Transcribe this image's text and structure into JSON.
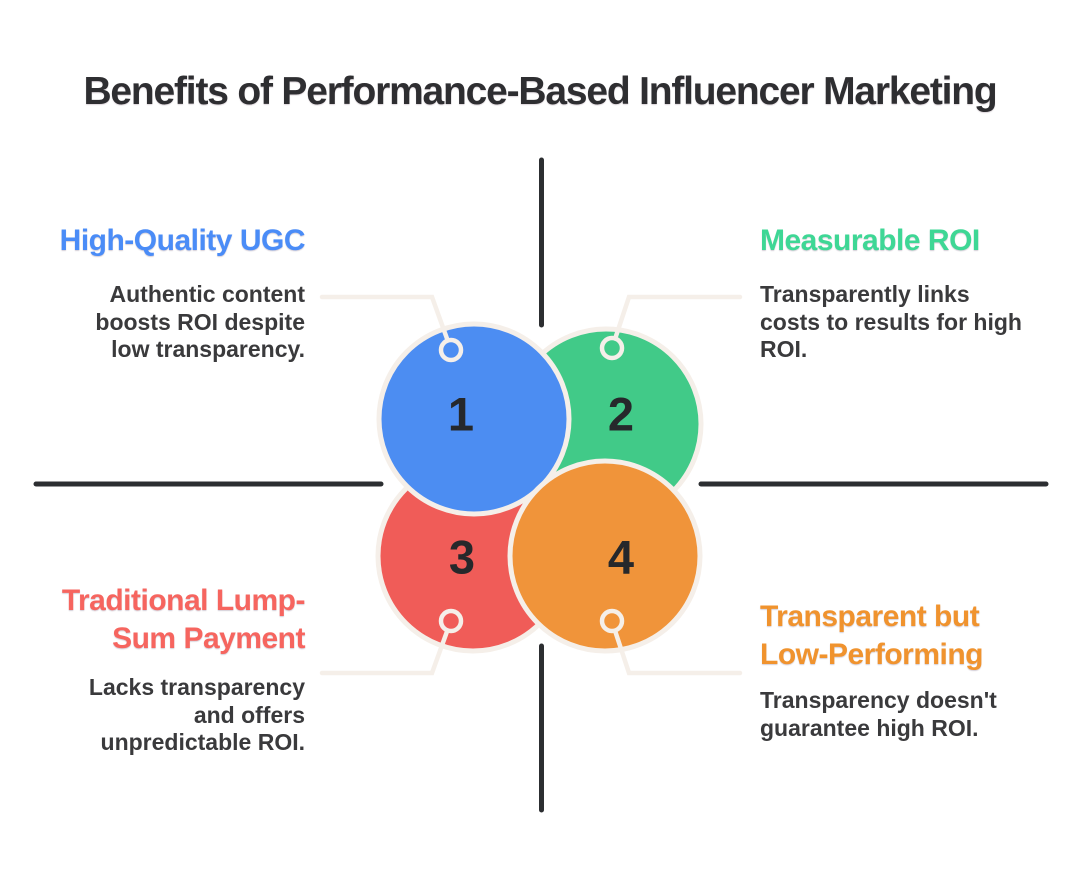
{
  "title": "Benefits of Performance-Based Influencer Marketing",
  "colors": {
    "title_text": "#2e2e31",
    "body_text": "#3a3a3c",
    "number_text": "#26282b",
    "axis_line": "#2c2e31",
    "connector_line": "#f5efe9",
    "circle_outline": "#f5efe9",
    "background": "#ffffff"
  },
  "quadrants": [
    {
      "number": "1",
      "heading": "High-Quality UGC",
      "body": "Authentic content boosts ROI despite low transparency.",
      "heading_color": "#4a8cf7",
      "circle_color": "#4c8df2"
    },
    {
      "number": "2",
      "heading": "Measurable ROI",
      "body": "Transparently links costs to results for high ROI.",
      "heading_color": "#3ed795",
      "circle_color": "#41ca88"
    },
    {
      "number": "3",
      "heading": "Traditional Lump-Sum Payment",
      "body": "Lacks transparency and offers unpredictable ROI.",
      "heading_color": "#f6655f",
      "circle_color": "#f05c58"
    },
    {
      "number": "4",
      "heading": "Transparent but Low-Performing",
      "body": "Transparency doesn't guarantee high ROI.",
      "heading_color": "#f0932e",
      "circle_color": "#f0943a"
    }
  ]
}
